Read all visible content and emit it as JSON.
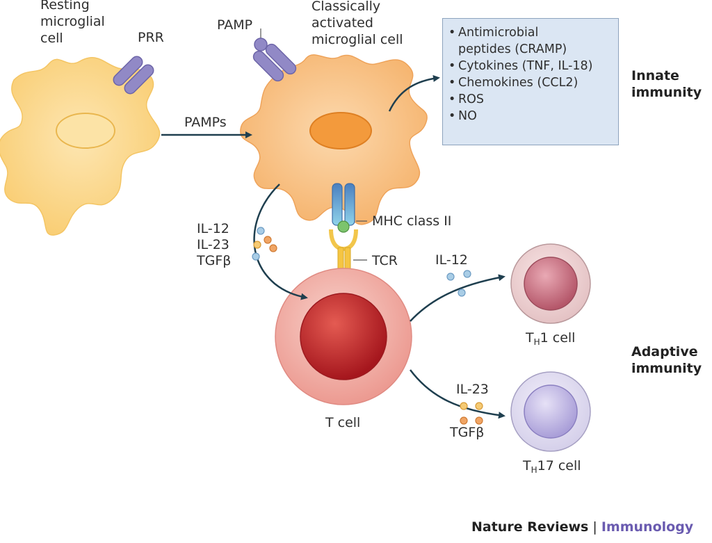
{
  "cells": {
    "resting": "Resting\nmicroglial\ncell",
    "activated": "Classically\nactivated\nmicroglial cell",
    "t_cell": "T cell",
    "th1": {
      "prefix": "T",
      "sub": "H",
      "suffix": "1 cell"
    },
    "th17": {
      "prefix": "T",
      "sub": "H",
      "suffix": "17 cell"
    }
  },
  "receptors": {
    "prr": "PRR",
    "pamp": "PAMP",
    "mhc": "MHC class II",
    "tcr": "TCR"
  },
  "arrows": {
    "pamps": "PAMPs"
  },
  "cytokines": {
    "left": "IL-12\nIL-23\nTGFβ",
    "th1_signal": "IL-12",
    "th17_signal_1": "IL-23",
    "th17_signal_2": "TGFβ"
  },
  "effector_box": {
    "items": [
      "Antimicrobial\npeptides (CRAMP)",
      "Cytokines (TNF, IL-18)",
      "Chemokines (CCL2)",
      "ROS",
      "NO"
    ],
    "bullet": "•"
  },
  "categories": {
    "innate": "Innate\nimmunity",
    "adaptive": "Adaptive\nimmunity"
  },
  "credit": {
    "journal": "Nature Reviews",
    "separator": " | ",
    "section": "Immunology"
  },
  "colors": {
    "microglia_resting": "#fbd98a",
    "microglia_activated": "#f8c58a",
    "nucleus_activated": "#f39a3c",
    "receptor": "#9189c6",
    "t_cell_outer": "#f2b6ae",
    "t_cell_inner": "#c0262b",
    "th1_inner": "#c96a80",
    "th17_inner": "#a79ad6",
    "arrow": "#1f3f4f",
    "box_fill": "#dbe6f3",
    "immunology_accent": "#6a5bb0"
  }
}
